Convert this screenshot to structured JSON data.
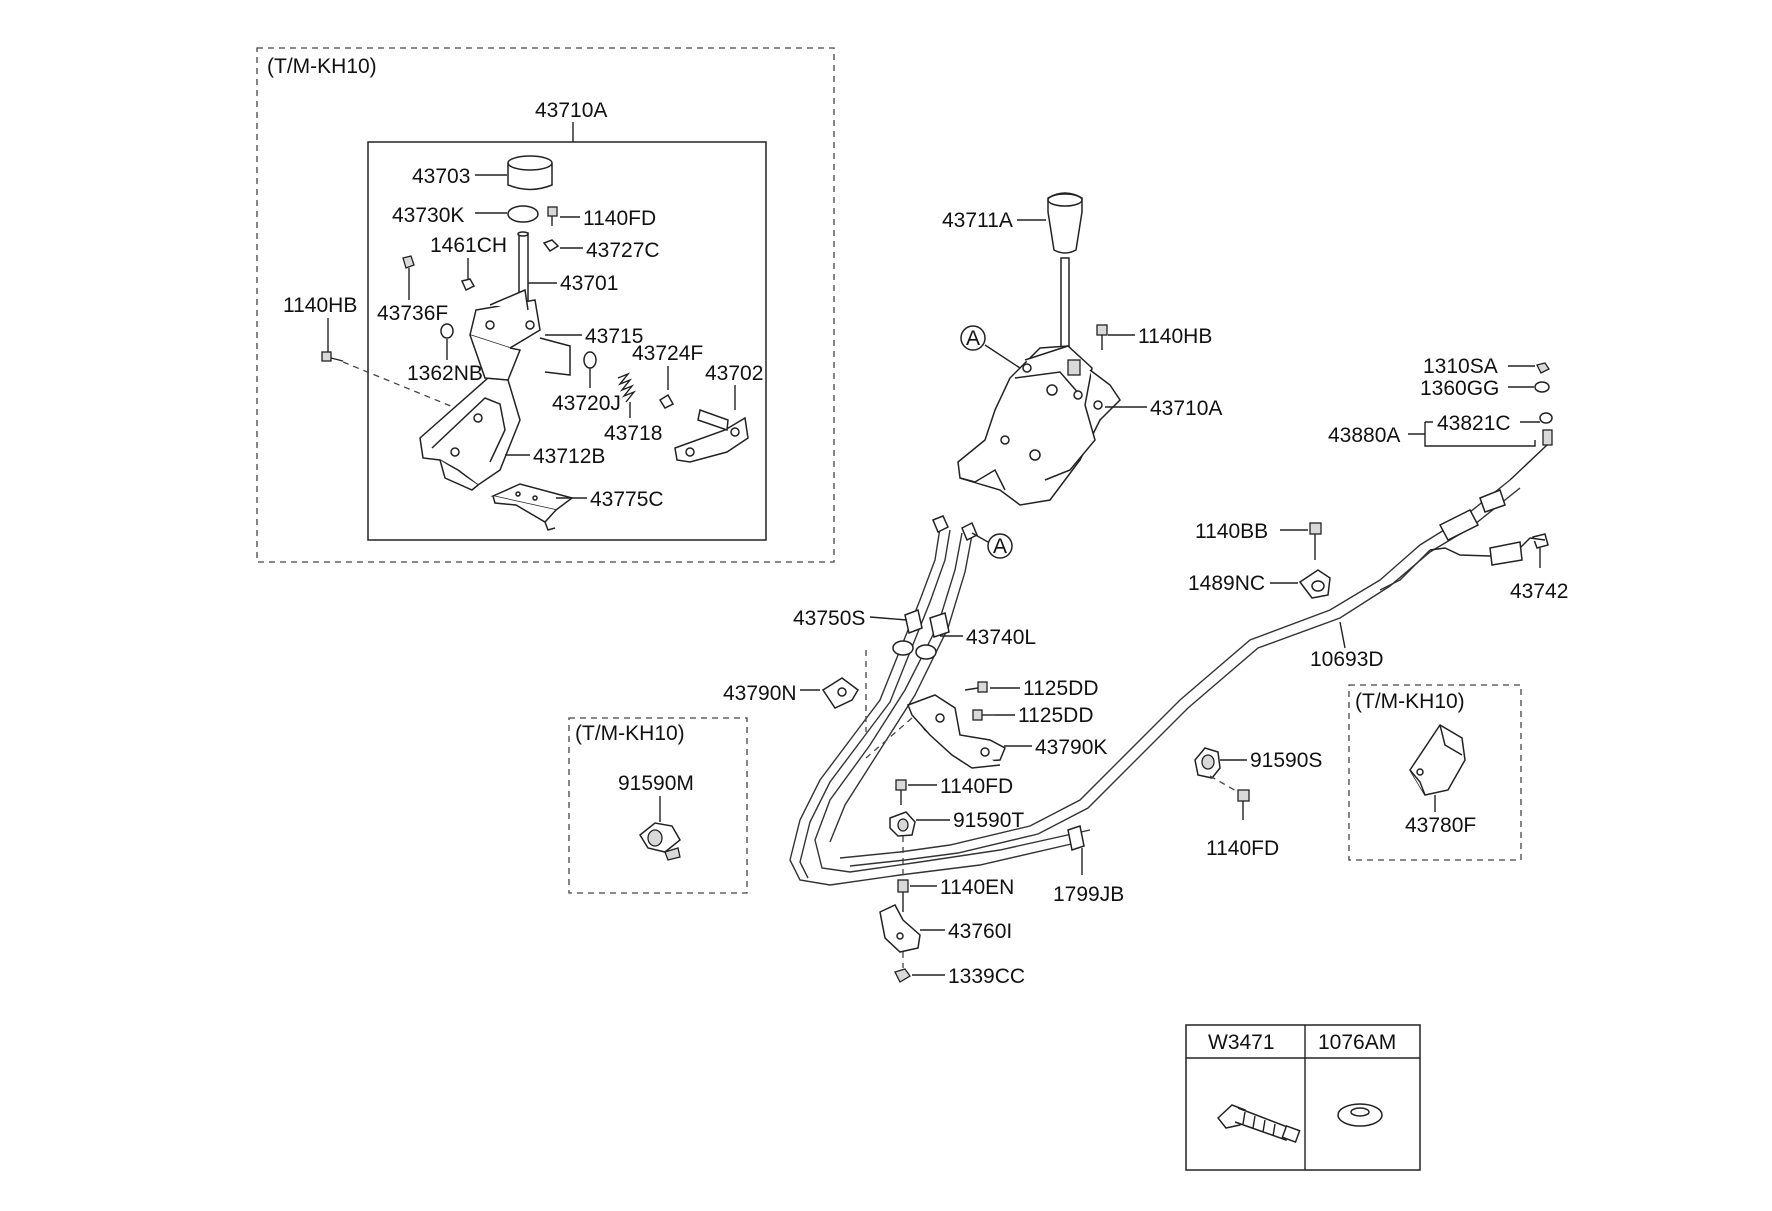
{
  "groups": {
    "tm_kh10_main": "(T/M-KH10)",
    "tm_kh10_clip": "(T/M-KH10)",
    "tm_kh10_bracket": "(T/M-KH10)"
  },
  "parts": {
    "p43710A_top": "43710A",
    "p43703": "43703",
    "p43730K": "43730K",
    "p1140FD_a": "1140FD",
    "p1461CH": "1461CH",
    "p43727C": "43727C",
    "p43701": "43701",
    "p1140HB_a": "1140HB",
    "p43736F": "43736F",
    "p43715": "43715",
    "p1362NB": "1362NB",
    "p43724F": "43724F",
    "p43702": "43702",
    "p43720J": "43720J",
    "p43718": "43718",
    "p43712B": "43712B",
    "p43775C": "43775C",
    "p43711A": "43711A",
    "p1140HB_b": "1140HB",
    "p43710A_b": "43710A",
    "p1310SA": "1310SA",
    "p1360GG": "1360GG",
    "p43880A": "43880A",
    "p43821C": "43821C",
    "p1140BB": "1140BB",
    "p1489NC": "1489NC",
    "p43742": "43742",
    "p10693D": "10693D",
    "p43750S": "43750S",
    "p43740L": "43740L",
    "p43790N": "43790N",
    "p1125DD_a": "1125DD",
    "p1125DD_b": "1125DD",
    "p43790K": "43790K",
    "p91590M": "91590M",
    "p1140FD_b": "1140FD",
    "p91590T": "91590T",
    "p91590S": "91590S",
    "p1140FD_c": "1140FD",
    "p43780F": "43780F",
    "p1140EN": "1140EN",
    "p1799JB": "1799JB",
    "p43760I": "43760I",
    "p1339CC": "1339CC"
  },
  "refs": {
    "a1": "A",
    "a2": "A"
  },
  "table": {
    "col1": "W3471",
    "col2": "1076AM"
  }
}
